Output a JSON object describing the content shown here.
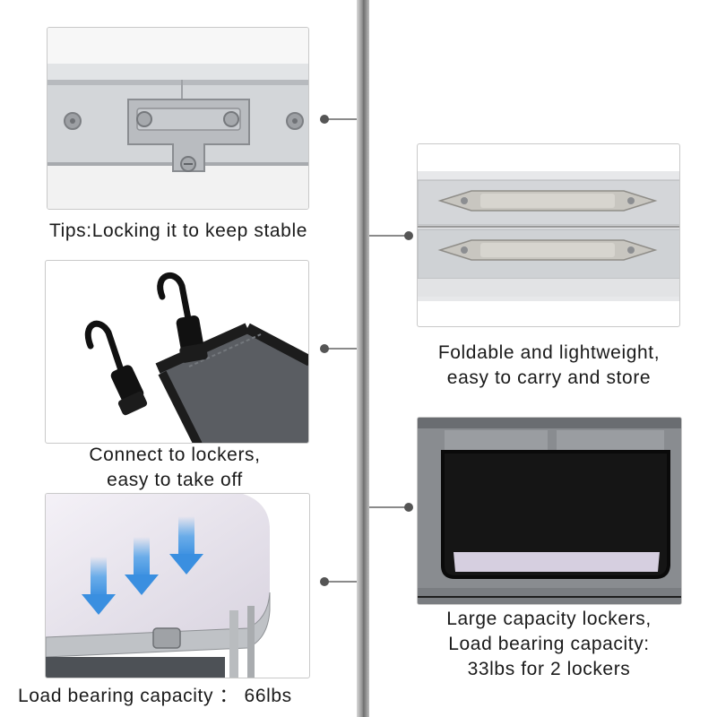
{
  "captions": {
    "locking": "Tips:Locking it to keep stable",
    "hooks_line1": "Connect to lockers,",
    "hooks_line2": "easy to take off",
    "load": "Load bearing capacity ： 66lbs",
    "foldable_line1": "Foldable and lightweight,",
    "foldable_line2": "easy to carry and store",
    "lockers_line1": "Large capacity lockers,",
    "lockers_line2": "Load bearing capacity:",
    "lockers_line3": "33lbs for 2 lockers"
  },
  "colors": {
    "spine": "#8e8e8e",
    "connector": "#8a8a8a",
    "dot": "#555555",
    "arrow": "#4a9ee8",
    "fabric": "#5a5d62",
    "aluminum": "#cfd2d6",
    "handle": "#c8c6c0"
  }
}
